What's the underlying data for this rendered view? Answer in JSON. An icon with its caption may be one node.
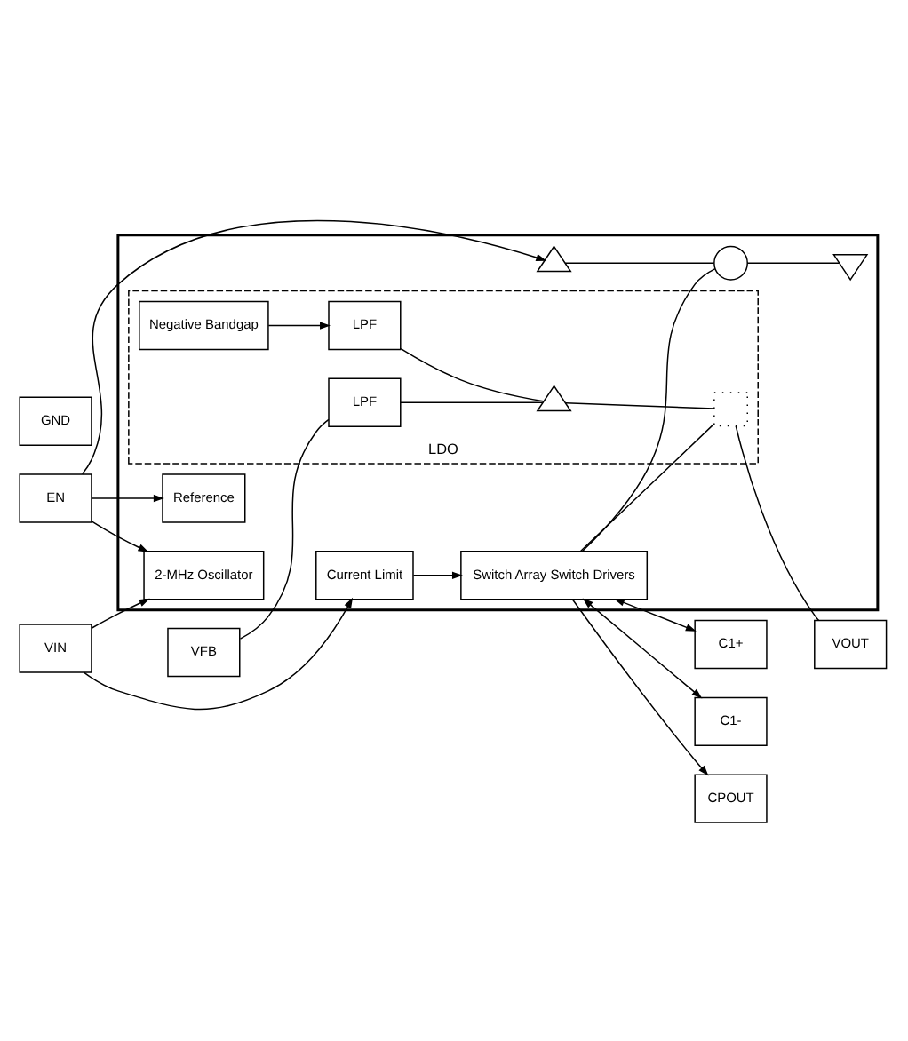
{
  "diagram": {
    "nodes": [
      {
        "text": [],
        "shape": "box"
      },
      {
        "text": [
          "VIN"
        ]
      },
      {
        "text": [
          "Current Limit"
        ],
        "in": 0
      },
      {
        "text": [
          "2-MHz Oscillator"
        ],
        "in": 0
      },
      {
        "text": [
          "Switch Array Switch Drivers"
        ],
        "in": 0
      },
      {
        "text": [
          "C1+"
        ]
      },
      {
        "text": [
          "C1-"
        ]
      },
      {
        "text": [
          "EN"
        ]
      },
      {
        "text": [],
        "shape": "triangle",
        "in": 0
      },
      {
        "text": [],
        "shape": "circle",
        "in": 0
      },
      {
        "text": [
          "CPOUT"
        ]
      },
      {
        "text": [
          "Reference"
        ],
        "in": 0
      },
      {
        "text": [
          "GND"
        ]
      },
      {
        "text": [],
        "shape": "ground",
        "in": 0
      },
      {
        "text": [
          "LDO"
        ],
        "in": 0
      },
      {
        "text": [
          "LPF"
        ],
        "in": 14
      },
      {
        "text": [
          "Negative Bandgap"
        ],
        "in": 14
      },
      {
        "text": [],
        "shape": "triangle",
        "in": 14
      },
      {
        "text": [],
        "shape": "transistor",
        "in": 14
      },
      {
        "text": [
          "LPF"
        ],
        "in": 14
      },
      {
        "text": [
          "VOUT"
        ]
      },
      {
        "text": [
          "VFB"
        ]
      }
    ],
    "edges": [
      {
        "from": 1,
        "to": 2,
        "arrow": "to"
      },
      {
        "from": 1,
        "to": 3,
        "arrow": "to"
      },
      {
        "from": 2,
        "to": 4,
        "arrow": "to"
      },
      {
        "from": 4,
        "to": 5,
        "arrow": "both"
      },
      {
        "from": 4,
        "to": 6,
        "arrow": "both"
      },
      {
        "from": 4,
        "to": 10,
        "arrow": "to"
      },
      {
        "from": 7,
        "to": 3,
        "arrow": "to"
      },
      {
        "from": 7,
        "to": 8,
        "arrow": "to"
      },
      {
        "from": 7,
        "to": 11,
        "arrow": "to"
      },
      {
        "from": 8,
        "to": 9,
        "arrow": "none"
      },
      {
        "from": 4,
        "to": 9,
        "arrow": "none"
      },
      {
        "from": 9,
        "to": 13,
        "arrow": "none"
      },
      {
        "from": 4,
        "to": 18,
        "arrow": "none"
      },
      {
        "from": 16,
        "to": 15,
        "arrow": "to"
      },
      {
        "from": 15,
        "to": 17,
        "arrow": "none"
      },
      {
        "from": 17,
        "to": 18,
        "arrow": "none"
      },
      {
        "from": 18,
        "to": 20,
        "arrow": "none"
      },
      {
        "from": 21,
        "to": 19,
        "arrow": "none"
      },
      {
        "from": 19,
        "to": 17,
        "arrow": "none"
      }
    ]
  }
}
